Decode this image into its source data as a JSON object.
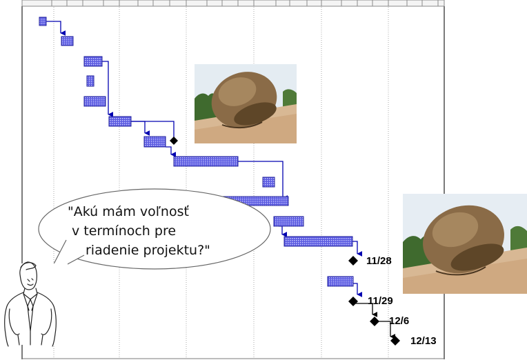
{
  "speech_bubble": {
    "lines": [
      "\"Akú mám voľnosť",
      "v termínoch pre",
      "riadenie projektu?\""
    ]
  },
  "milestones": [
    {
      "label": "11/28"
    },
    {
      "label": "11/29"
    },
    {
      "label": "12/6"
    },
    {
      "label": "12/13"
    }
  ],
  "images": {
    "boulder_photo_1": "balanced-rock-photo",
    "boulder_photo_2": "balanced-rock-photo",
    "character": "businessman-sketch"
  },
  "colors": {
    "task_bar": "#4a4ad0",
    "task_bar_border": "#1c1c9a",
    "link_line": "#0000b0",
    "milestone": "#000000",
    "grid_line": "#a8a8a8"
  }
}
